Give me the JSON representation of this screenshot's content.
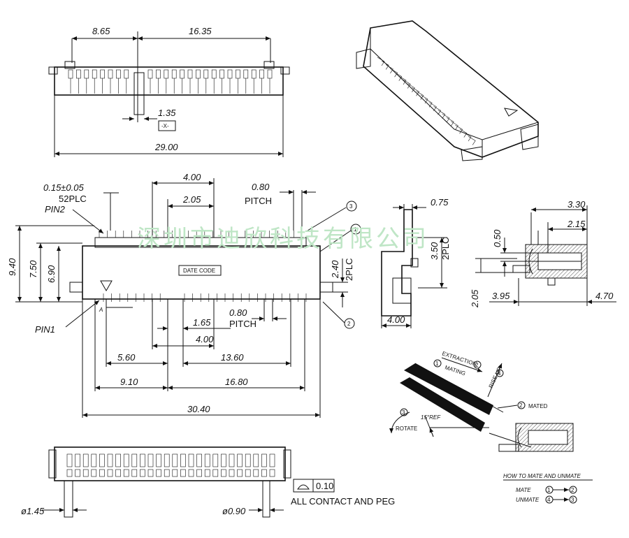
{
  "top_view": {
    "dims": [
      "8.65",
      "16.35",
      "1.35",
      "-X-",
      "29.00"
    ]
  },
  "plan_view": {
    "dims_top": [
      "0.15±0.05",
      "52PLC",
      "4.00",
      "2.05",
      "0.80",
      "PITCH"
    ],
    "pins": [
      "PIN2",
      "PIN1"
    ],
    "dims_left": [
      "9.40",
      "7.50",
      "6.90"
    ],
    "date_code": "DATE CODE",
    "dims_right": [
      "2.40",
      "2PLC"
    ],
    "callouts": [
      "3",
      "1",
      "2"
    ],
    "datum": "A",
    "dims_bottom": [
      "0.80",
      "PITCH",
      "1.65",
      "4.00",
      "5.60",
      "13.60",
      "9.10",
      "16.80",
      "30.40"
    ]
  },
  "side_view": {
    "dims": [
      "0.75",
      "3.50",
      "2PLC",
      "4.00"
    ]
  },
  "section_view": {
    "dims": [
      "3.30",
      "2.15",
      "0.50",
      "2.05",
      "3.95",
      "4.70"
    ]
  },
  "mating_view": {
    "labels": [
      "EXTRACTION",
      "MATING",
      "RISE UP",
      "MATED",
      "ROTATE",
      "15°REF"
    ],
    "nums": [
      "1",
      "2",
      "3",
      "4"
    ],
    "legend_title": "HOW TO MATE AND UNMATE",
    "legend_rows": [
      {
        "label": "MATE",
        "from": "1",
        "to": "2"
      },
      {
        "label": "UNMATE",
        "from": "4",
        "to": "3"
      }
    ]
  },
  "front_view": {
    "tolerance": "0.10",
    "note": "ALL CONTACT AND PEG",
    "dims": [
      "ø1.45",
      "ø0.90"
    ]
  },
  "watermark": "深圳市迪欣科技有限公司"
}
